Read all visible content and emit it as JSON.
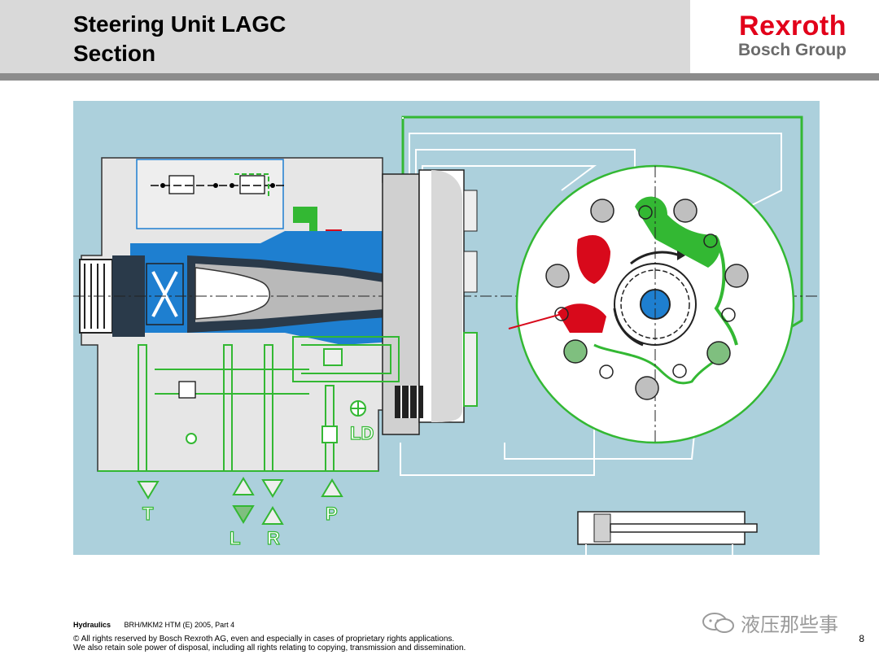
{
  "header": {
    "title_line1": "Steering Unit LAGC",
    "title_line2": "Section",
    "brand_main": "Rexroth",
    "brand_sub": "Bosch Group"
  },
  "diagram": {
    "port_labels": {
      "T": "T",
      "L": "L",
      "R": "R",
      "P": "P",
      "LD": "LD"
    }
  },
  "footer": {
    "division": "Hydraulics",
    "reference": "BRH/MKM2  HTM (E) 2005, Part 4",
    "copyright_line1": "© All rights reserved by Bosch Rexroth AG, even and especially in cases of proprietary rights applications.",
    "copyright_line2": "We also retain sole power of disposal, including all rights relating to copying, transmission and dissemination.",
    "page_number": "8"
  },
  "watermark": {
    "text": "液压那些事",
    "icon": "wechat-icon"
  },
  "colors": {
    "background": "#acd0dc",
    "housing": "#e6e6e6",
    "oil_blue": "#1e7fd0",
    "oil_green": "#33b833",
    "pressure_red": "#d8091b",
    "header_gray": "#d9d9d9",
    "brand_red": "#e2001a"
  }
}
